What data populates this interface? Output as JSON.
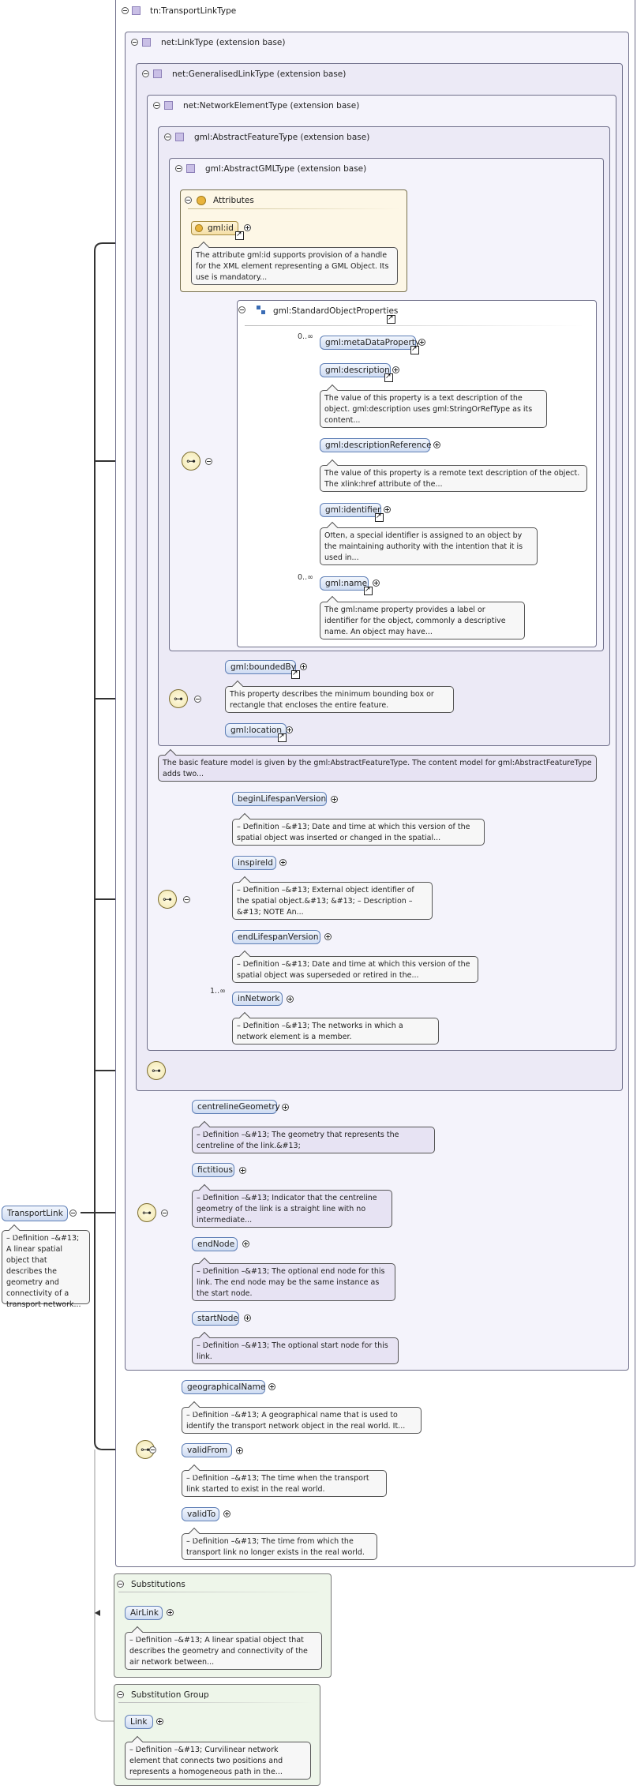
{
  "root": {
    "name": "TransportLink",
    "doc": "– Definition –&#13; A linear spatial object that describes the geometry and connectivity of a transport network..."
  },
  "types": {
    "transport_link_type": "tn:TransportLinkType",
    "link_type": "net:LinkType (extension base)",
    "generalised_link_type": "net:GeneralisedLinkType (extension base)",
    "network_element_type": "net:NetworkElementType (extension base)",
    "abstract_feature_type": "gml:AbstractFeatureType (extension base)",
    "abstract_gml_type": "gml:AbstractGMLType (extension base)"
  },
  "attributes": {
    "title": "Attributes",
    "gml_id": "gml:id",
    "gml_id_doc": "The attribute gml:id supports provision of a handle for the XML element representing a GML Object. Its use is mandatory..."
  },
  "standard_object_properties": {
    "title": "gml:StandardObjectProperties",
    "items": [
      {
        "name": "gml:metaDataProperty",
        "mult": "0..∞",
        "doc": ""
      },
      {
        "name": "gml:description",
        "mult": "",
        "doc": "The value of this property is a text description of the object. gml:description uses gml:StringOrRefType as its content..."
      },
      {
        "name": "gml:descriptionReference",
        "mult": "",
        "doc": "The value of this property is a remote text description of the object. The xlink:href attribute of the..."
      },
      {
        "name": "gml:identifier",
        "mult": "",
        "doc": "Often, a special identifier is assigned to an object by the maintaining authority with the intention that it is used in..."
      },
      {
        "name": "gml:name",
        "mult": "0..∞",
        "doc": "The gml:name property provides a label or identifier for the object, commonly a descriptive name. An object may have..."
      }
    ]
  },
  "feature_props": {
    "bounded_by": "gml:boundedBy",
    "bounded_by_doc": "This property describes the minimum bounding box or rectangle that encloses the entire feature.",
    "location": "gml:location",
    "feature_doc": "The basic feature model is given by the gml:AbstractFeatureType. The content model for gml:AbstractFeatureType adds two..."
  },
  "network_element": {
    "items": [
      {
        "name": "beginLifespanVersion",
        "mult": "",
        "doc": "– Definition –&#13; Date and time at which this version of the spatial object was inserted or changed in the spatial..."
      },
      {
        "name": "inspireId",
        "mult": "",
        "doc": "– Definition –&#13; External object identifier of the spatial object.&#13; &#13; – Description –&#13; NOTE An..."
      },
      {
        "name": "endLifespanVersion",
        "mult": "",
        "doc": "– Definition –&#13; Date and time at which this version of the spatial object was superseded or retired in the..."
      },
      {
        "name": "inNetwork",
        "mult": "1..∞",
        "doc": "– Definition –&#13; The networks in which a network element is a member."
      }
    ]
  },
  "link": {
    "items": [
      {
        "name": "centrelineGeometry",
        "doc": "– Definition –&#13; The geometry that represents the centreline of the link.&#13;"
      },
      {
        "name": "fictitious",
        "doc": "– Definition –&#13; Indicator that the centreline geometry of the link is a straight line with no intermediate..."
      },
      {
        "name": "endNode",
        "doc": "– Definition –&#13; The optional end node for this link. The end node may be the same instance as the start node."
      },
      {
        "name": "startNode",
        "doc": "– Definition –&#13; The optional start node for this link."
      }
    ]
  },
  "transport_link": {
    "items": [
      {
        "name": "geographicalName",
        "doc": "– Definition –&#13; A geographical name that is used to identify the transport network object in the real world. It..."
      },
      {
        "name": "validFrom",
        "doc": "– Definition –&#13; The time when the transport link started to exist in the real world."
      },
      {
        "name": "validTo",
        "doc": "– Definition –&#13; The time from which the transport link no longer exists in the real world."
      }
    ]
  },
  "substitutions": {
    "title": "Substitutions",
    "name": "AirLink",
    "doc": "– Definition –&#13; A linear spatial object that describes the geometry and connectivity of the air network between..."
  },
  "substitution_group": {
    "title": "Substitution Group",
    "name": "Link",
    "doc": "– Definition –&#13; Curvilinear network element that connects two positions and represents a homogeneous path in the..."
  }
}
